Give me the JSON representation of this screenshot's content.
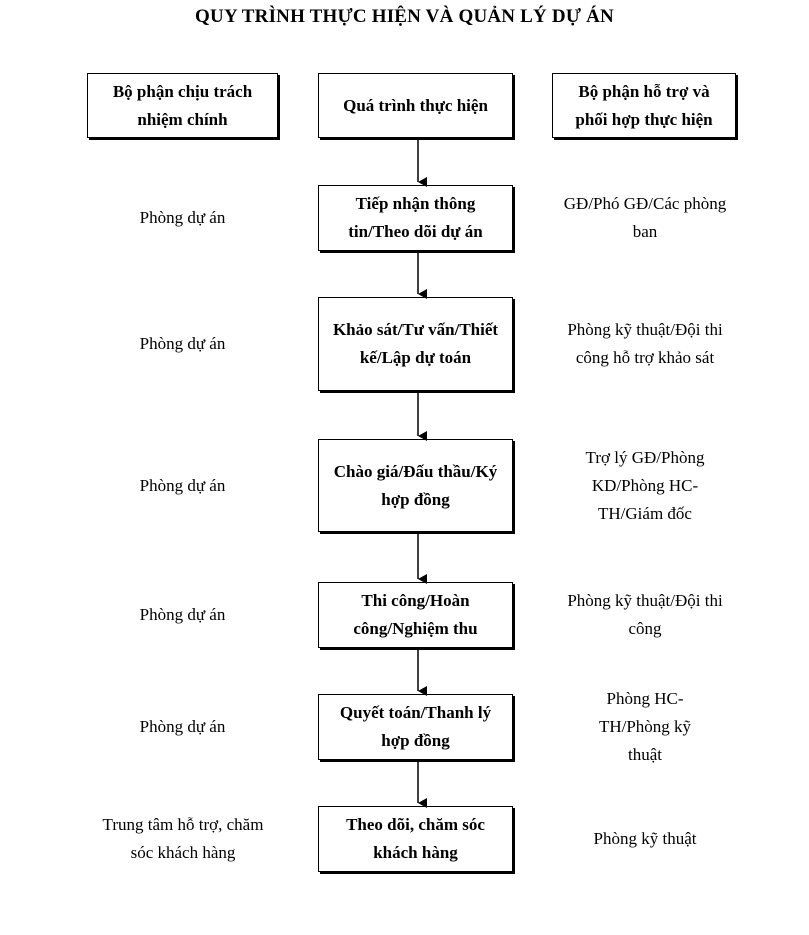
{
  "title": "QUY TRÌNH THỰC HIỆN VÀ QUẢN LÝ DỰ ÁN",
  "headers": {
    "left": "Bộ phận chịu trách nhiệm chính",
    "center": "Quá trình thực hiện",
    "right": "Bộ phận hỗ trợ và phối hợp thực hiện"
  },
  "steps": [
    {
      "process": "Tiếp nhận thông tin/Theo dõi dự án",
      "responsible": "Phòng dự án",
      "support": "GĐ/Phó GĐ/Các phòng ban"
    },
    {
      "process": "Khảo sát/Tư vấn/Thiết kế/Lập dự toán",
      "responsible": "Phòng dự án",
      "support": "Phòng kỹ thuật/Đội thi công hỗ trợ khảo sát"
    },
    {
      "process": "Chào giá/Đấu thầu/Ký hợp đồng",
      "responsible": "Phòng dự án",
      "support": "Trợ lý GĐ/Phòng KD/Phòng HC-TH/Giám đốc"
    },
    {
      "process": "Thi công/Hoàn công/Nghiệm thu",
      "responsible": "Phòng dự án",
      "support": "Phòng kỹ thuật/Đội thi công"
    },
    {
      "process": "Quyết toán/Thanh lý hợp đồng",
      "responsible": "Phòng dự án",
      "support": "Phòng HC-TH/Phòng kỹ thuật"
    },
    {
      "process": "Theo dõi, chăm sóc khách hàng",
      "responsible": "Trung tâm hỗ trợ, chăm sóc khách hàng",
      "support": "Phòng kỹ thuật"
    }
  ]
}
